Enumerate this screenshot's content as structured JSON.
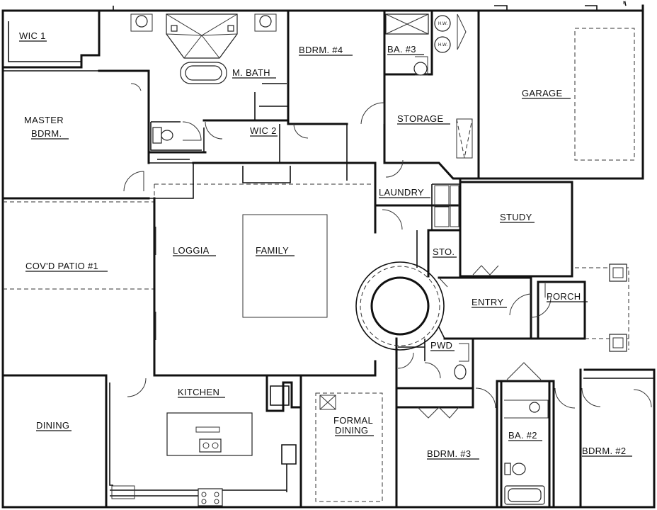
{
  "rooms": {
    "wic1": "WIC 1",
    "m_bath": "M. BATH",
    "bdrm4": "BDRM. #4",
    "ba3": "BA. #3",
    "garage": "GARAGE",
    "master": [
      "MASTER",
      "BDRM."
    ],
    "wic2": "WIC 2",
    "storage": "STORAGE",
    "laundry": "LAUNDRY",
    "study": "STUDY",
    "loggia": "LOGGIA",
    "family": "FAMILY",
    "covd_patio": "COV'D PATIO #1",
    "sto": "STO.",
    "entry": "ENTRY",
    "porch": "PORCH",
    "pwd": "PWD",
    "kitchen": "KITCHEN",
    "formal_dining": [
      "FORMAL",
      "DINING"
    ],
    "dining": "DINING",
    "bdrm3": "BDRM. #3",
    "ba2": "BA. #2",
    "bdrm2": "BDRM. #2"
  },
  "fixtures": {
    "heater": "H.W.",
    "north_mark": "N"
  }
}
